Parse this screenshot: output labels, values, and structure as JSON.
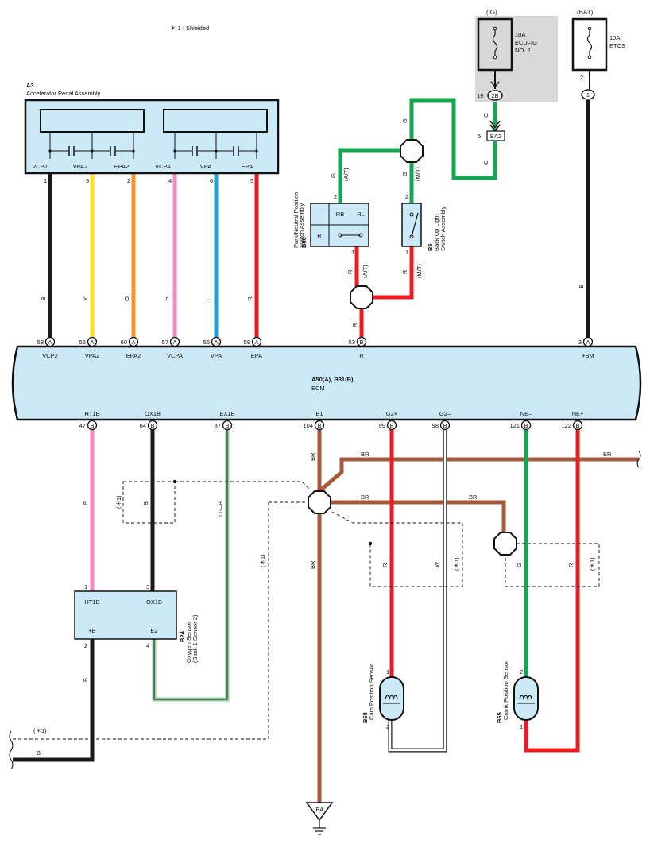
{
  "note": "＊ 1 : Shielded",
  "pedal": {
    "code": "A3",
    "name": "Accelerator Pedal Assembly",
    "terminals": [
      "VCP2",
      "VPA2",
      "EPA2",
      "VCPA",
      "VPA",
      "EPA"
    ],
    "pins": [
      "1",
      "3",
      "2",
      "4",
      "6",
      "5"
    ]
  },
  "fuse_ig": {
    "source": "(IG)",
    "rating": "10A",
    "name_1": "ECU–IG",
    "name_2": "NO. 2",
    "pin": "19",
    "conn": "2B"
  },
  "fuse_bat": {
    "source": "(BAT)",
    "rating": "10A",
    "name": "ETCS",
    "pin": "2",
    "conn": "1"
  },
  "connector_ba2": {
    "pin": "5",
    "label": "BA2"
  },
  "park_switch": {
    "code": "B88",
    "name_1": "Park/Neutral Position",
    "name_2": "Switch Assembly",
    "terminals": [
      "RB",
      "RL",
      "R"
    ],
    "pin_top": "2",
    "pin_bottom": "1"
  },
  "backup_switch": {
    "code": "B5",
    "name_1": "Back Up Light",
    "name_2": "Switch Assembly",
    "pin_top": "2",
    "pin_bottom": "1"
  },
  "wire_colors_upper": [
    "B",
    "Y",
    "O",
    "P",
    "L",
    "R"
  ],
  "route_labels": {
    "g": "G",
    "r": "R",
    "at": "(A/T)",
    "mt": "(M/T)",
    "b": "B"
  },
  "ecm": {
    "name_1": "A50(A), B31(B)",
    "name_2": "ECM",
    "top_pins": [
      {
        "num": "58",
        "conn": "A",
        "label": "VCP2"
      },
      {
        "num": "56",
        "conn": "A",
        "label": "VPA2"
      },
      {
        "num": "60",
        "conn": "A",
        "label": "EPA2"
      },
      {
        "num": "57",
        "conn": "A",
        "label": "VCPA"
      },
      {
        "num": "55",
        "conn": "A",
        "label": "VPA"
      },
      {
        "num": "59",
        "conn": "A",
        "label": "EPA"
      },
      {
        "num": "53",
        "conn": "B",
        "label": "R"
      },
      {
        "num": "3",
        "conn": "A",
        "label": "+BM"
      }
    ],
    "bottom_pins": [
      {
        "num": "47",
        "conn": "B",
        "label": "HT1B"
      },
      {
        "num": "64",
        "conn": "B",
        "label": "OX1B"
      },
      {
        "num": "87",
        "conn": "B",
        "label": "EX1B"
      },
      {
        "num": "104",
        "conn": "B",
        "label": "E1"
      },
      {
        "num": "99",
        "conn": "B",
        "label": "G2+"
      },
      {
        "num": "98",
        "conn": "B",
        "label": "G2–"
      },
      {
        "num": "121",
        "conn": "B",
        "label": "NE–"
      },
      {
        "num": "122",
        "conn": "B",
        "label": "NE+"
      }
    ]
  },
  "lower_labels": {
    "p": "P",
    "b": "B",
    "lgb": "LG–B",
    "br": "BR",
    "r": "R",
    "w": "W",
    "g": "G",
    "shield": "(＊1)"
  },
  "o2_sensor": {
    "code": "B24",
    "name_1": "Oxygen Sensor",
    "name_2": "(Bank 1 Sensor 2)",
    "terminals": [
      "HT1B",
      "OX1B",
      "+B",
      "E2"
    ],
    "pins": [
      "1",
      "3",
      "2",
      "4"
    ]
  },
  "cam_sensor": {
    "code": "B68",
    "name": "Cam Position Sensor",
    "pins": [
      "1",
      "2"
    ]
  },
  "crank_sensor": {
    "code": "B65",
    "name": "Crank Position Sensor",
    "pins": [
      "2",
      "1"
    ]
  },
  "ground": {
    "label": "B4"
  },
  "colors": {
    "box_fill": "#cce9f7",
    "fuse_fill": "#d8d8d8",
    "black": "#1a1a1a",
    "yellow": "#ffe21a",
    "orange": "#f5932a",
    "pink": "#f08cbf",
    "blue": "#19a4e0",
    "red": "#ec1c24",
    "green": "#16a651",
    "brown": "#a65a3a",
    "lightgreen": "#8fd19e"
  }
}
